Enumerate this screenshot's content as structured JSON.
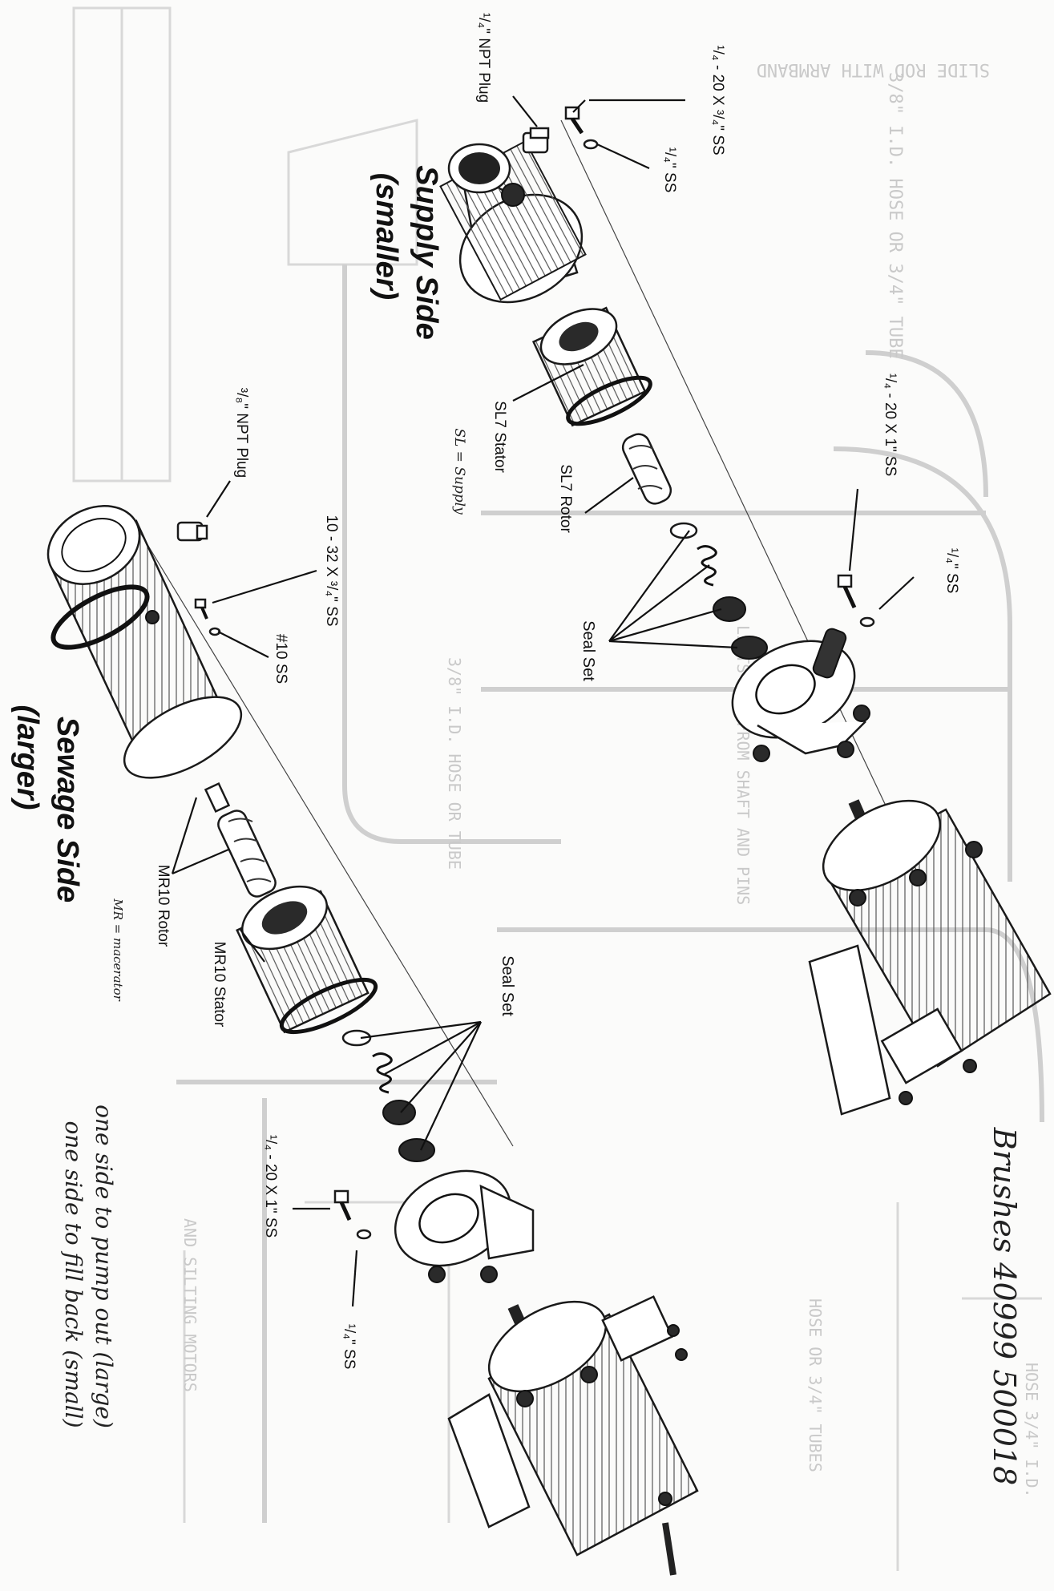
{
  "labels": {
    "supply_bolt": "¹/₄ - 20 X ³/₄\" SS",
    "supply_npt_plug": "¹/₄\" NPT Plug",
    "supply_washer": "¹/₄\" SS",
    "supply_side_title": "Supply Side",
    "supply_side_sub": "(smaller)",
    "supply_flange_bolt": "¹/₄ - 20 X 1\" SS",
    "supply_flange_washer": "¹/₄\" SS",
    "sl7_stator": "SL7 Stator",
    "note_sl": "SL = Supply",
    "sl7_rotor": "SL7 Rotor",
    "seal_set_supply": "Seal Set",
    "sewage_npt_plug": "³/₈\" NPT Plug",
    "sewage_bolt": "10 - 32 X ³/₄\" SS",
    "sewage_washer": "#10 SS",
    "sewage_side_title": "Sewage Side",
    "sewage_side_sub": "(larger)",
    "mr10_rotor": "MR10 Rotor",
    "note_mr": "MR = macerator",
    "mr10_stator": "MR10 Stator",
    "seal_set_sewage": "Seal Set",
    "sewage_flange_bolt": "¹/₄ - 20 X 1\" SS",
    "sewage_flange_washer": "¹/₄\" SS",
    "note_brushes": "Brushes 40999 500018",
    "note_out": "one side to pump out (large)",
    "note_back": "one side to fill back (small)"
  }
}
